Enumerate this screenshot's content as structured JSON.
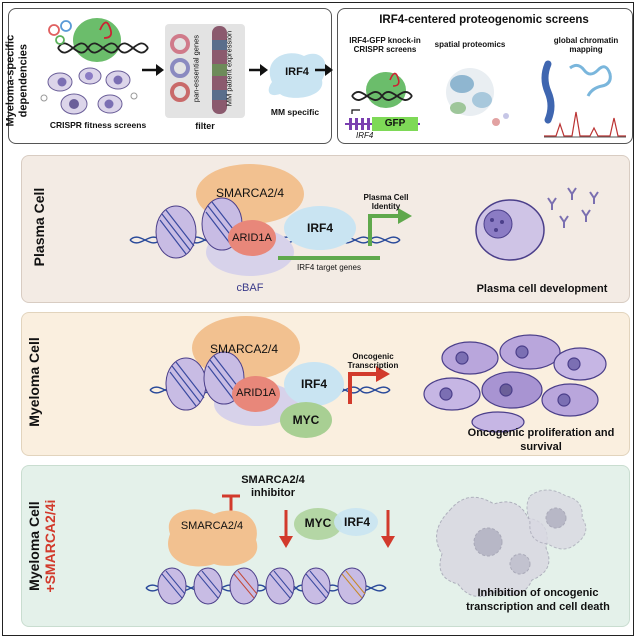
{
  "top": {
    "left_title": "Myeloma-specific dependencies",
    "crispr_label": "CRISPR fitness screens",
    "filter_label": "filter",
    "pan_essential": "pan-essential genes",
    "mm_expression": "MM patient expression",
    "irf4": "IRF4",
    "mm_specific": "MM specific",
    "right_title": "IRF4-centered proteogenomic screens",
    "knockin": "IRF4-GFP knock-in CRISPR screens",
    "gfp": "GFP",
    "irf4_gene": "IRF4",
    "spatial": "spatial proteomics",
    "chromatin": "global chromatin mapping"
  },
  "plasma": {
    "side_label": "Plasma Cell",
    "smarca": "SMARCA2/4",
    "arid": "ARID1A",
    "irf4": "IRF4",
    "cbaf": "cBAF",
    "targets": "IRF4 target genes",
    "identity": "Plasma Cell Identity",
    "outcome": "Plasma cell development"
  },
  "myeloma": {
    "side_label": "Myeloma Cell",
    "smarca": "SMARCA2/4",
    "arid": "ARID1A",
    "irf4": "IRF4",
    "myc": "MYC",
    "oncogenic": "Oncogenic Transcription",
    "outcome": "Oncogenic proliferation and survival"
  },
  "inhibited": {
    "side_label": "Myeloma Cell",
    "side_label2": "+SMARCA2/4i",
    "inhibitor": "SMARCA2/4 inhibitor",
    "smarca": "SMARCA2/4",
    "myc": "MYC",
    "irf4": "IRF4",
    "outcome": "Inhibition of oncogenic transcription and cell death"
  },
  "colors": {
    "smarca": "#f2c190",
    "arid": "#e8877a",
    "irf4": "#c9e4f2",
    "myc": "#a8cf93",
    "cbaf": "#d7d2ea",
    "nucleosome": "#c8bce4",
    "red": "#d23a2c",
    "green": "#5fa84c",
    "plasma_bg": "#f3ebe4",
    "myeloma_bg": "#faefdf",
    "inhib_bg": "#e4f1ea"
  }
}
